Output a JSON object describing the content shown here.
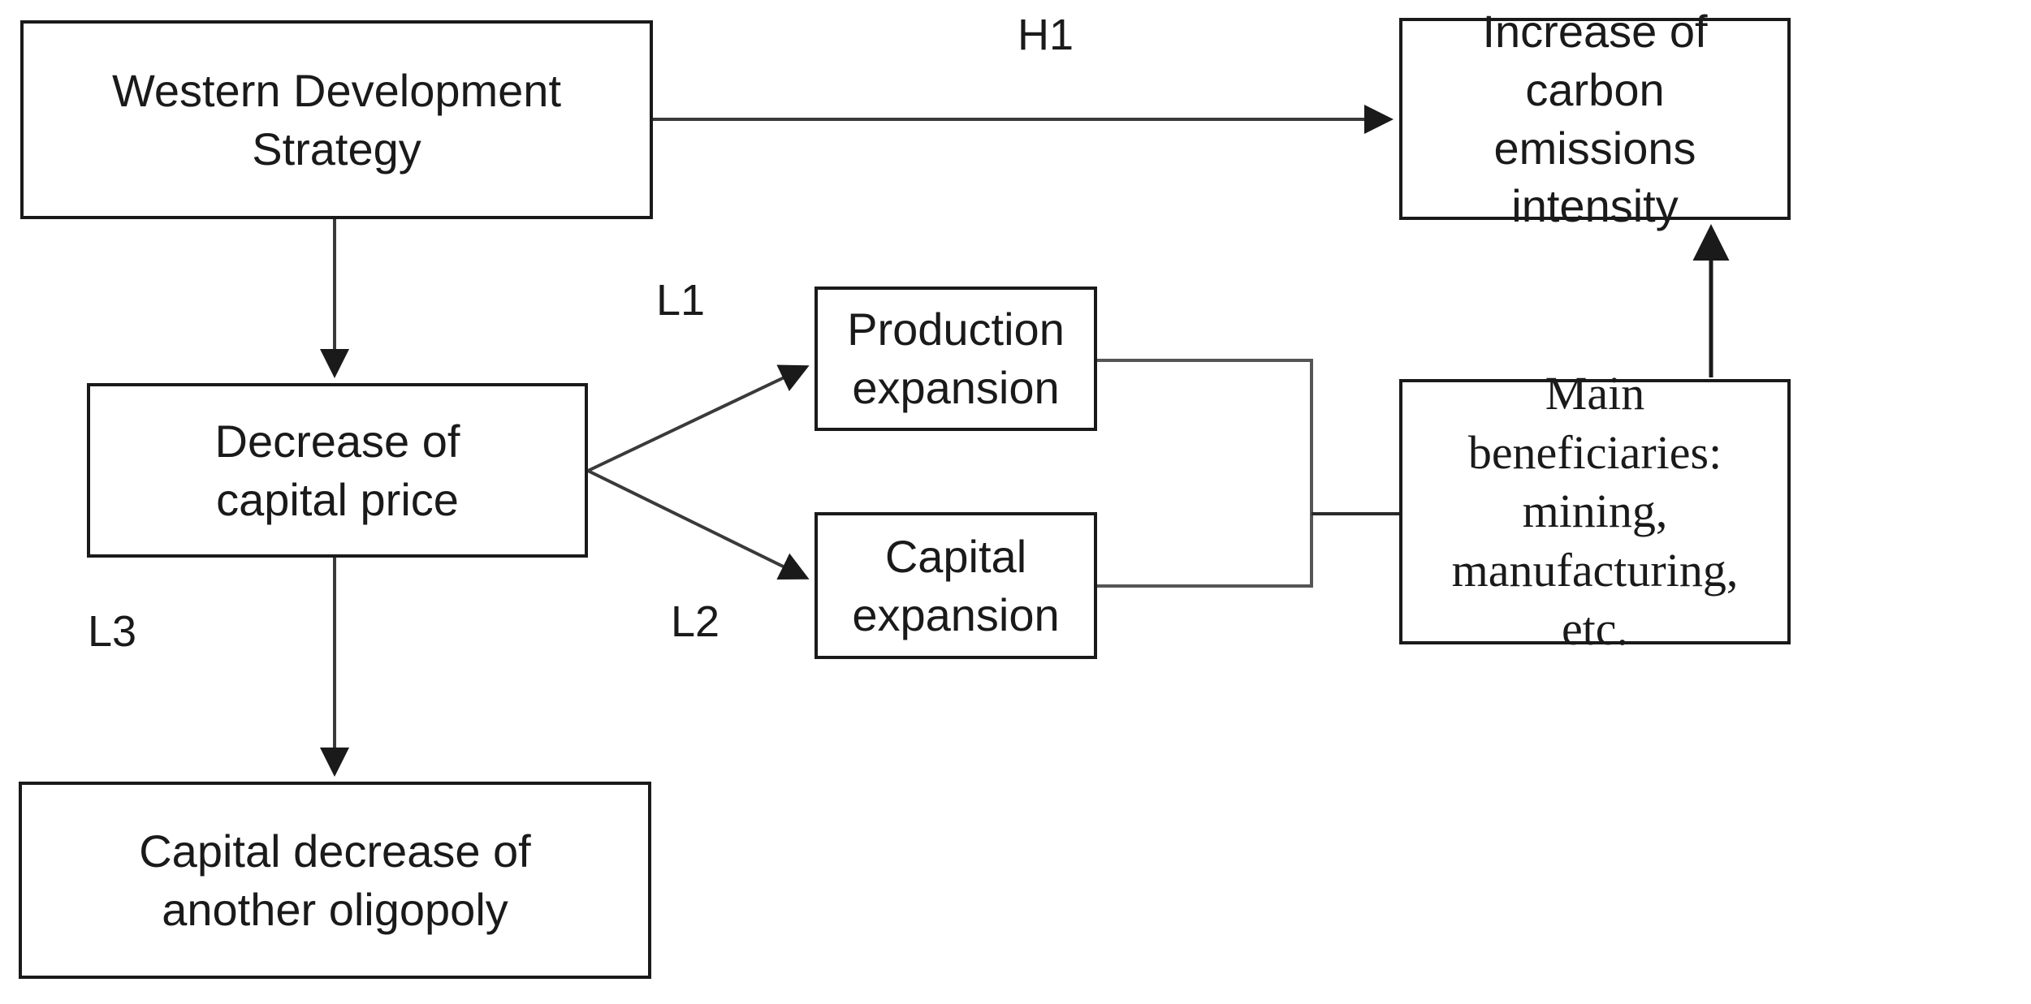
{
  "diagram": {
    "title": "Mechanism of the Western Development Strategy on carbon emissions intensity",
    "type": "flowchart",
    "background_color": "#ffffff",
    "line_color": "#1a1a1a",
    "nodes": [
      {
        "id": "wds",
        "label": "Western Development\nStrategy",
        "font": "sans-serif"
      },
      {
        "id": "carbon",
        "label": "Increase of carbon\nemissions intensity",
        "font": "sans-serif"
      },
      {
        "id": "capital_price",
        "label": "Decrease of\ncapital price",
        "font": "sans-serif"
      },
      {
        "id": "production_expansion",
        "label": "Production\nexpansion",
        "font": "sans-serif"
      },
      {
        "id": "capital_expansion",
        "label": "Capital\nexpansion",
        "font": "sans-serif"
      },
      {
        "id": "beneficiaries",
        "label": "Main beneficiaries:\nmining,\nmanufacturing, etc.",
        "font": "serif"
      },
      {
        "id": "oligopoly",
        "label": "Capital decrease of\nanother oligopoly",
        "font": "sans-serif"
      }
    ],
    "edges": [
      {
        "id": "h1",
        "label": "H1",
        "from": "wds",
        "to": "carbon",
        "arrow": true
      },
      {
        "id": "wds_to_price",
        "label": "",
        "from": "wds",
        "to": "capital_price",
        "arrow": true
      },
      {
        "id": "l1",
        "label": "L1",
        "from": "capital_price",
        "to": "production_expansion",
        "arrow": true
      },
      {
        "id": "l2",
        "label": "L2",
        "from": "capital_price",
        "to": "capital_expansion",
        "arrow": true
      },
      {
        "id": "l3",
        "label": "L3",
        "from": "capital_price",
        "to": "oligopoly",
        "arrow": true
      },
      {
        "id": "bracket",
        "label": "",
        "from": "production_expansion+capital_expansion",
        "to": "beneficiaries",
        "arrow": false
      },
      {
        "id": "benef_to_carbon",
        "label": "",
        "from": "beneficiaries",
        "to": "carbon",
        "arrow": true
      }
    ]
  }
}
